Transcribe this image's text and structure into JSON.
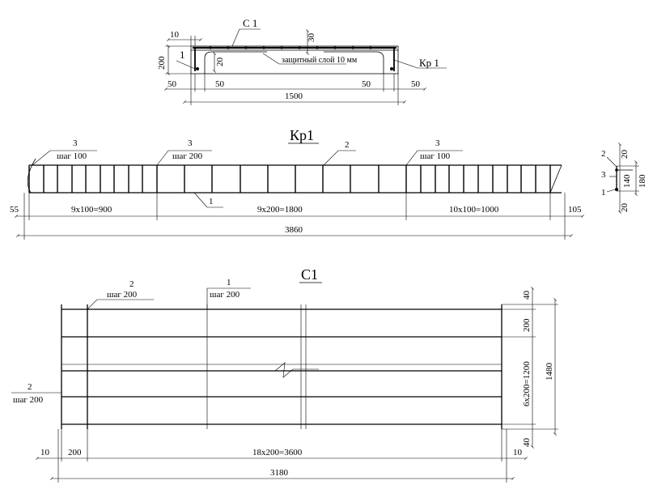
{
  "section": {
    "mesh_label": "С 1",
    "cage_label": "Кр 1",
    "cover_note": "защитный слой 10 мм",
    "pos_1": "1",
    "dim_10": "10",
    "dim_200": "200",
    "dim_30": "30",
    "dim_20": "20",
    "dim_50_a": "50",
    "dim_50_b": "50",
    "dim_50_c": "50",
    "dim_50_d": "50",
    "dim_1500": "1500"
  },
  "cage": {
    "title": "Кр1",
    "callout_left_pos": "3",
    "callout_left_step": "шаг 100",
    "callout_mid_pos": "3",
    "callout_mid_step": "шаг 200",
    "callout_bar2_pos": "2",
    "callout_right_pos": "3",
    "callout_right_step": "шаг 100",
    "callout_bar1_pos": "1",
    "dim_55": "55",
    "dim_left": "9х100=900",
    "dim_mid": "9х200=1800",
    "dim_right": "10х100=1000",
    "dim_105": "105",
    "dim_total": "3860",
    "xs_pos_2": "2",
    "xs_pos_3": "3",
    "xs_pos_1": "1",
    "xs_dim_20_top": "20",
    "xs_dim_140": "140",
    "xs_dim_180": "180",
    "xs_dim_20_bot": "20"
  },
  "mesh": {
    "title": "С1",
    "callout_a_pos": "2",
    "callout_a_step": "шаг 200",
    "callout_b_pos": "1",
    "callout_b_step": "шаг 200",
    "callout_c_pos": "2",
    "callout_c_step": "шаг 200",
    "dim_40_top": "40",
    "dim_200": "200",
    "dim_6x200": "6х200=1200",
    "dim_40_bot": "40",
    "dim_1480": "1480",
    "dim_10_left": "10",
    "dim_200_left": "200",
    "dim_18x200": "18х200=3600",
    "dim_10_right": "10",
    "dim_3180": "3180"
  },
  "colors": {
    "ink": "#000000",
    "paper": "#ffffff"
  }
}
